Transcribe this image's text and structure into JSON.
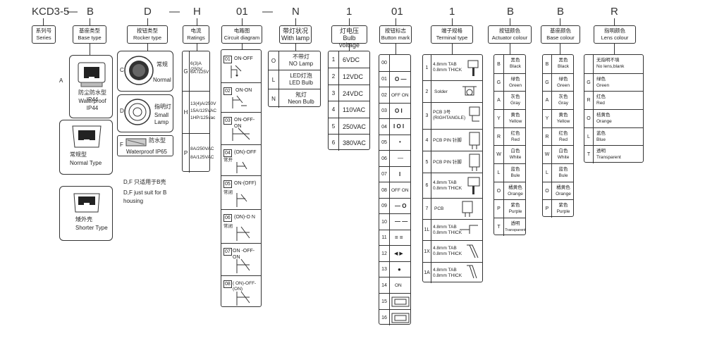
{
  "code_segments": [
    "KCD3-5",
    "—",
    "B",
    "D",
    "—",
    "H",
    "01",
    "—",
    "N",
    "1",
    "01",
    "1",
    "B",
    "B",
    "R"
  ],
  "headers": {
    "series": {
      "zh": "系列号",
      "en": "Series"
    },
    "base_type": {
      "zh": "基座类型",
      "en": "Base type"
    },
    "rocker_type": {
      "zh": "按钮类型",
      "en": "Rocker type"
    },
    "ratings": {
      "zh": "电流",
      "en": "Ratings"
    },
    "circuit": {
      "zh": "电路图",
      "en": "Circuit diagram"
    },
    "lamp": {
      "zh": "带灯状况",
      "en": "With lamp"
    },
    "bulb": {
      "zh": "灯电压",
      "en": "Bulb voltage"
    },
    "button_mark": {
      "zh": "按钮标志",
      "en": "Button mark"
    },
    "terminal": {
      "zh": "端子规格",
      "en": "Terminal type"
    },
    "actuator_colour": {
      "zh": "按钮颜色",
      "en": "Actuator colour"
    },
    "base_colour": {
      "zh": "基座颜色",
      "en": "Base colour"
    },
    "lens_colour": {
      "zh": "指明颜色",
      "en": "Lens  colour"
    }
  },
  "base_types": [
    {
      "key": "A",
      "zh": "防尘防水型IP44",
      "en": "Waterproof IP44"
    },
    {
      "key": "B",
      "zh": "常规型",
      "en": "Normal Type"
    },
    {
      "key": "C",
      "zh": "矮外壳",
      "en": "Shorter Type"
    }
  ],
  "rocker_types": [
    {
      "key": "C",
      "zh": "常规",
      "en": "Normal"
    },
    {
      "key": "D",
      "zh": "指明灯",
      "en": "Small Lamp"
    },
    {
      "key": "F",
      "zh": "防水型",
      "en": "Waterproof IP65"
    }
  ],
  "rocker_note": {
    "zh": "D,F 只适用于B壳",
    "en": "D,F just suit for B housing"
  },
  "ratings": [
    {
      "key": "G",
      "lines": [
        "6(3)A /250V",
        "6A /125V"
      ]
    },
    {
      "key": "H",
      "lines": [
        "13(4)A/250V",
        "15A/125VAC",
        "1HP/125vac"
      ]
    },
    {
      "key": "P",
      "lines": [
        "8A/250VAC",
        "8A/125VAC"
      ]
    }
  ],
  "circuits": [
    {
      "key": "01",
      "label": "ON-OFF",
      "note": ""
    },
    {
      "key": "02",
      "label": "ON-ON",
      "note": ""
    },
    {
      "key": "03",
      "label": "ON-OFF-ON",
      "note": ""
    },
    {
      "key": "04",
      "label": "(ON)-OFF",
      "note": "常开"
    },
    {
      "key": "05",
      "label": "ON-(OFF)",
      "note": "常闭"
    },
    {
      "key": "06",
      "label": "(ON)-O N",
      "note": "常闭"
    },
    {
      "key": "07",
      "label": "ON -OFF-ON",
      "note": ""
    },
    {
      "key": "08",
      "label": "( ON)-OFF-(ON)",
      "note": ""
    }
  ],
  "lamps": [
    {
      "key": "O",
      "zh": "不带灯",
      "en": "NO Lamp"
    },
    {
      "key": "L",
      "zh": "LED灯泡",
      "en": "LED Bulb"
    },
    {
      "key": "N",
      "zh": "氖灯",
      "en": "Neon Bulb"
    }
  ],
  "bulb_voltages": [
    {
      "key": "1",
      "value": "6VDC"
    },
    {
      "key": "2",
      "value": "12VDC"
    },
    {
      "key": "3",
      "value": "24VDC"
    },
    {
      "key": "4",
      "value": "110VAC"
    },
    {
      "key": "5",
      "value": "250VAC"
    },
    {
      "key": "6",
      "value": "380VAC"
    }
  ],
  "button_marks": [
    {
      "key": "00",
      "mark": ""
    },
    {
      "key": "01",
      "mark": "O —"
    },
    {
      "key": "02",
      "mark": "OFF ON"
    },
    {
      "key": "03",
      "mark": "O I"
    },
    {
      "key": "04",
      "mark": "I O I"
    },
    {
      "key": "05",
      "mark": "•"
    },
    {
      "key": "06",
      "mark": "—"
    },
    {
      "key": "07",
      "mark": "I"
    },
    {
      "key": "08",
      "mark": "OFF ON"
    },
    {
      "key": "09",
      "mark": "— O"
    },
    {
      "key": "10",
      "mark": "— —"
    },
    {
      "key": "11",
      "mark": "= ="
    },
    {
      "key": "12",
      "mark": "◀ ▶"
    },
    {
      "key": "13",
      "mark": "●"
    },
    {
      "key": "14",
      "mark": "ON"
    },
    {
      "key": "15",
      "mark": ""
    },
    {
      "key": "16",
      "mark": ""
    }
  ],
  "terminals": [
    {
      "key": "1",
      "lines": [
        "4.8mm TAB",
        "0.8mm THICK"
      ]
    },
    {
      "key": "2",
      "lines": [
        "Solder"
      ]
    },
    {
      "key": "3",
      "lines": [
        "PCB 3号",
        "(RIGHTANGLE)"
      ]
    },
    {
      "key": "4",
      "lines": [
        "PCB PIN 针脚"
      ]
    },
    {
      "key": "5",
      "lines": [
        "PCB PIN 针脚"
      ]
    },
    {
      "key": "6",
      "lines": [
        "4.8mm TAB",
        "0.8mm THICK"
      ]
    },
    {
      "key": "7",
      "lines": [
        "PCB"
      ]
    },
    {
      "key": "1L",
      "lines": [
        "4.8mm TAB",
        "0.8mm THICK"
      ]
    },
    {
      "key": "1X",
      "lines": [
        "4.8mm TAB",
        "0.8mm THICK"
      ]
    },
    {
      "key": "1A",
      "lines": [
        "4.8mm TAB",
        "0.8mm THICK"
      ]
    }
  ],
  "actuator_colours": [
    {
      "key": "B",
      "zh": "黑色",
      "en": "Black"
    },
    {
      "key": "G",
      "zh": "绿色",
      "en": "Green"
    },
    {
      "key": "A",
      "zh": "灰色",
      "en": "Gray"
    },
    {
      "key": "Y",
      "zh": "黄色",
      "en": "Yellow"
    },
    {
      "key": "R",
      "zh": "红色",
      "en": "Red"
    },
    {
      "key": "W",
      "zh": "白色",
      "en": "White"
    },
    {
      "key": "L",
      "zh": "蓝色",
      "en": "Bule"
    },
    {
      "key": "O",
      "zh": "橘黄色",
      "en": "Orange"
    },
    {
      "key": "P",
      "zh": "紫色",
      "en": "Purple"
    },
    {
      "key": "T",
      "zh": "透明",
      "en": "Transparent"
    }
  ],
  "base_colours": [
    {
      "key": "B",
      "zh": "黑色",
      "en": "Black"
    },
    {
      "key": "G",
      "zh": "绿色",
      "en": "Green"
    },
    {
      "key": "A",
      "zh": "灰色",
      "en": "Gray"
    },
    {
      "key": "Y",
      "zh": "黄色",
      "en": "Yellow"
    },
    {
      "key": "R",
      "zh": "红色",
      "en": "Red"
    },
    {
      "key": "W",
      "zh": "白色",
      "en": "White"
    },
    {
      "key": "L",
      "zh": "蓝色",
      "en": "Bule"
    },
    {
      "key": "O",
      "zh": "橘黄色",
      "en": "Orange"
    },
    {
      "key": "P",
      "zh": "紫色",
      "en": "Purple"
    }
  ],
  "lens_colours": [
    {
      "key": "",
      "zh": "无指明不填",
      "en": "No lens,blank"
    },
    {
      "key": "G",
      "zh": "绿色",
      "en": "Green"
    },
    {
      "key": "R",
      "zh": "红色",
      "en": "Red"
    },
    {
      "key": "O",
      "zh": "桔黄色",
      "en": "Orange"
    },
    {
      "key": "L",
      "zh": "蓝色",
      "en": "Blue"
    },
    {
      "key": "T",
      "zh": "透明",
      "en": "Transparent"
    }
  ]
}
